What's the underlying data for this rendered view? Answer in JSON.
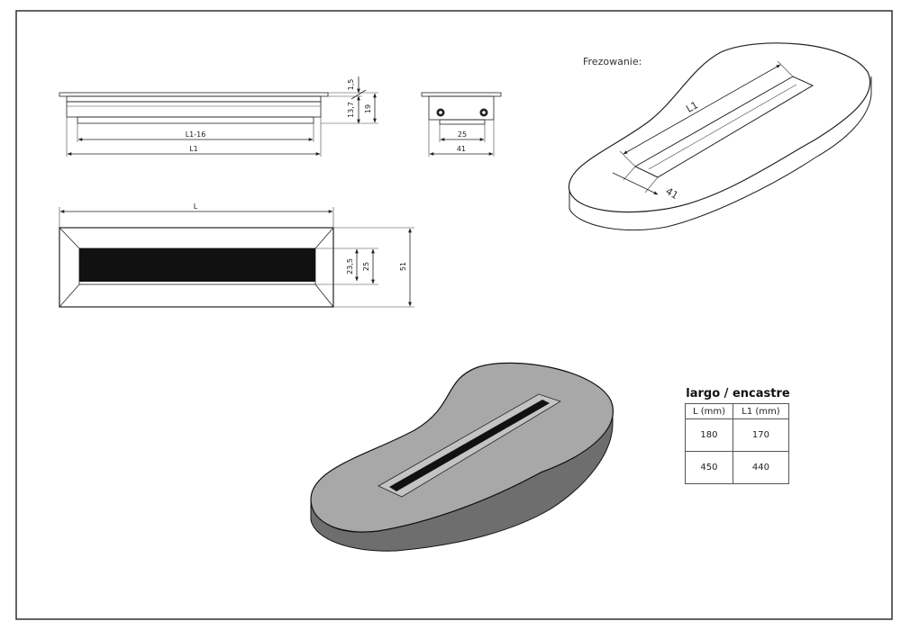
{
  "labels": {
    "frezowanie": "Frezowanie:",
    "dim_15": "1,5",
    "dim_137": "13,7",
    "dim_19": "19",
    "dim_l1_16": "L1-16",
    "dim_l1": "L1",
    "dim_25_side": "25",
    "dim_41_side": "41",
    "dim_l_top": "L",
    "dim_235": "23,5",
    "dim_25_top": "25",
    "dim_51": "51",
    "iso_l1": "L1",
    "iso_41": "41"
  },
  "table": {
    "title": "largo / encastre",
    "headers": [
      "L (mm)",
      "L1 (mm)"
    ],
    "rows": [
      [
        "180",
        "170"
      ],
      [
        "450",
        "440"
      ]
    ]
  },
  "colors": {
    "line": "#222222",
    "slab_top": "#a8a8a8",
    "slab_side": "#6e6e6e",
    "slot": "#111111"
  }
}
